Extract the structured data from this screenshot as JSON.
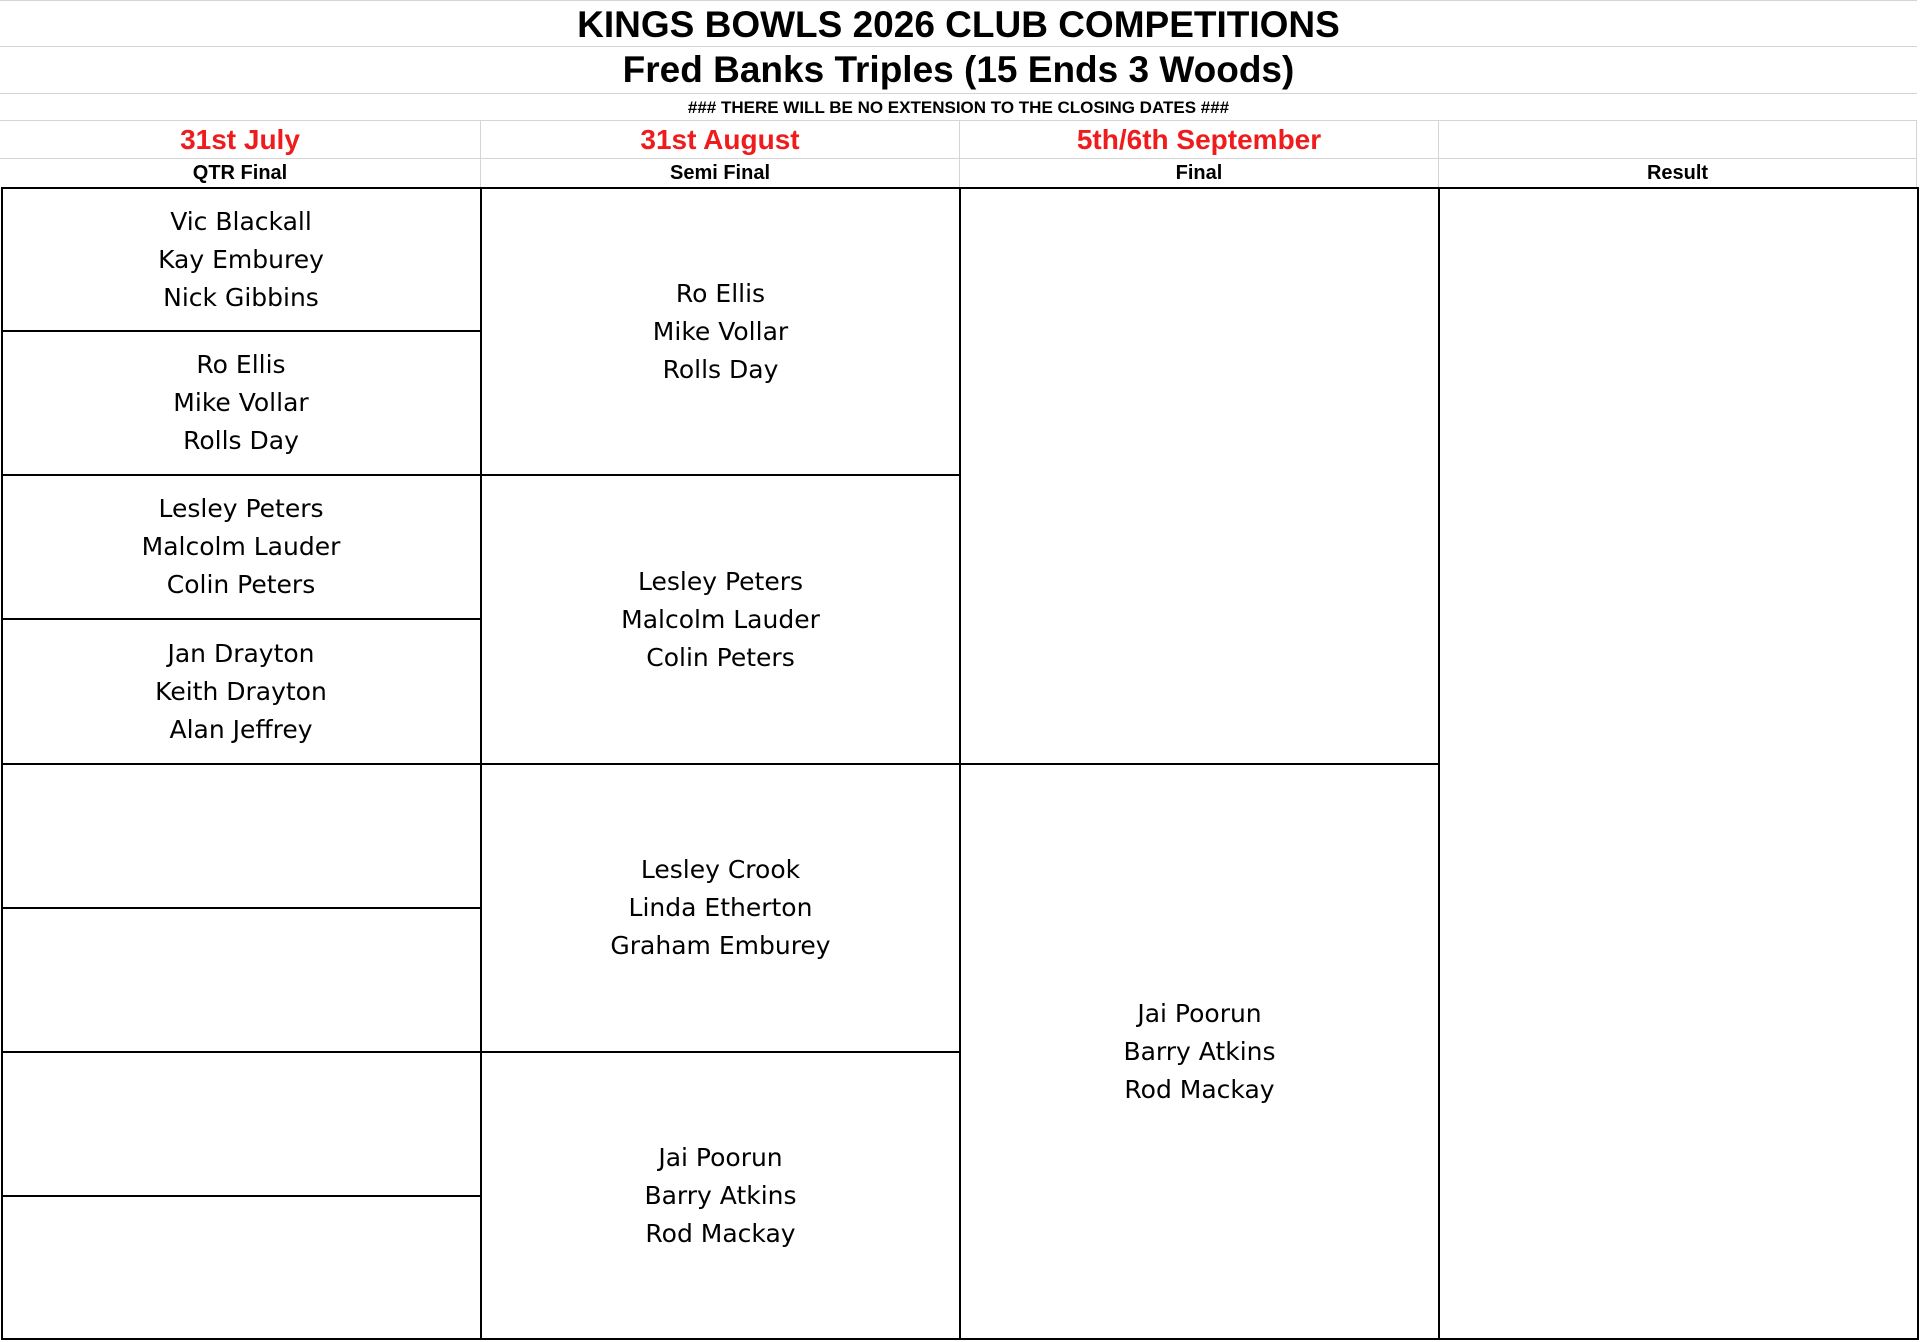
{
  "header": {
    "title": "KINGS BOWLS 2026  CLUB COMPETITIONS",
    "subtitle": "Fred Banks Triples (15 Ends 3 Woods)",
    "notice": "###  THERE WILL BE NO EXTENSION TO THE CLOSING DATES  ###"
  },
  "rounds": [
    {
      "date": "31st July",
      "label": "QTR Final"
    },
    {
      "date": "31st August",
      "label": "Semi Final"
    },
    {
      "date": "5th/6th September",
      "label": "Final"
    },
    {
      "date": "",
      "label": "Result"
    }
  ],
  "quarter_final": [
    [
      "Vic Blackall",
      "Kay Emburey",
      "Nick Gibbins"
    ],
    [
      "Ro Ellis",
      "Mike Vollar",
      "Rolls Day"
    ],
    [
      "Lesley Peters",
      "Malcolm Lauder",
      "Colin Peters"
    ],
    [
      "Jan Drayton",
      "Keith Drayton",
      "Alan Jeffrey"
    ],
    [],
    [],
    [],
    []
  ],
  "semi_final": [
    [
      "Ro Ellis",
      "Mike Vollar",
      "Rolls Day"
    ],
    [
      "Lesley Peters",
      "Malcolm Lauder",
      "Colin Peters"
    ],
    [
      "Lesley Crook",
      "Linda Etherton",
      "Graham Emburey"
    ],
    [
      "Jai Poorun",
      "Barry Atkins",
      "Rod Mackay"
    ]
  ],
  "final": [
    [],
    [
      "Jai Poorun",
      "Barry Atkins",
      "Rod Mackay"
    ]
  ],
  "result": []
}
